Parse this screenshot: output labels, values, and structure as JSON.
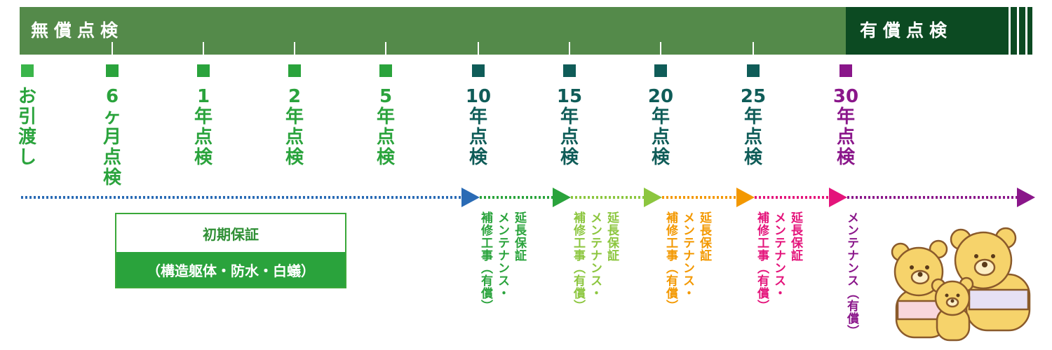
{
  "bars": {
    "free_label": "無償点検",
    "paid_label": "有償点検"
  },
  "colors": {
    "free_bar": "#548a4a",
    "paid_bar": "#0c4a22",
    "early": "#2aa33c",
    "mid": "#0f5c58",
    "last": "#8a168a"
  },
  "milestones": [
    {
      "label": "お引渡し",
      "color": "#2aa33c"
    },
    {
      "label": "6ヶ月点検",
      "color": "#2aa33c"
    },
    {
      "label": "1年点検",
      "color": "#2aa33c"
    },
    {
      "label": "2年点検",
      "color": "#2aa33c"
    },
    {
      "label": "5年点検",
      "color": "#2aa33c"
    },
    {
      "label": "10年点検",
      "color": "#0f5c58"
    },
    {
      "label": "15年点検",
      "color": "#0f5c58"
    },
    {
      "label": "20年点検",
      "color": "#0f5c58"
    },
    {
      "label": "25年点検",
      "color": "#0f5c58"
    },
    {
      "label": "30年点検",
      "color": "#8a168a"
    }
  ],
  "warranty": {
    "title": "初期保証",
    "subtitle": "（構造躯体・防水・白蟻）"
  },
  "periods": [
    {
      "color": "#2aa33c",
      "col1": "延長保証",
      "col2": "メンテナンス・",
      "col3": "補修工事（有償）"
    },
    {
      "color": "#8cc63f",
      "col1": "延長保証",
      "col2": "メンテナンス・",
      "col3": "補修工事（有償）"
    },
    {
      "color": "#f39800",
      "col1": "延長保証",
      "col2": "メンテナンス・",
      "col3": "補修工事（有償）"
    },
    {
      "color": "#e4147b",
      "col1": "延長保証",
      "col2": "メンテナンス・",
      "col3": "補修工事（有償）"
    },
    {
      "color": "#8a168a",
      "col1": "",
      "col2": "",
      "col3": "メンテナンス（有償）"
    }
  ]
}
